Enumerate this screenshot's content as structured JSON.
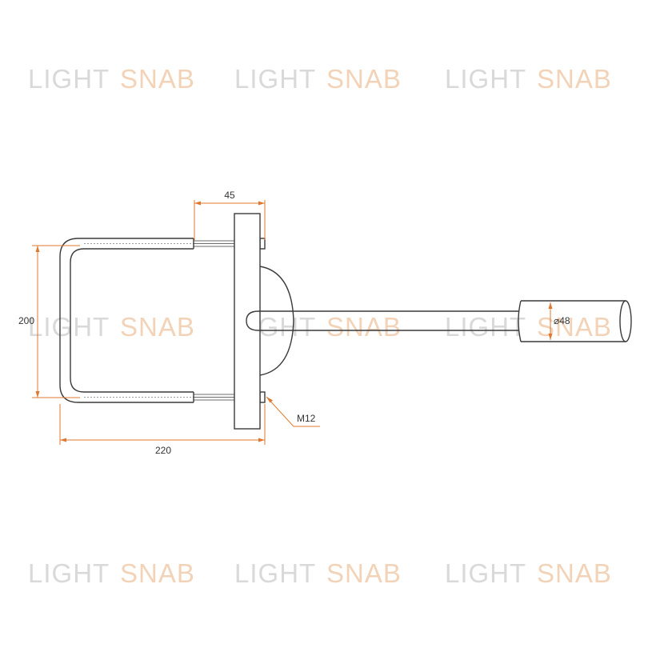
{
  "watermark": {
    "word1": "LIGHT",
    "word2": "SNAB",
    "color1": "#d9d9d9",
    "color2": "#f3d3b8"
  },
  "dimensions": {
    "width_top": "45",
    "height_left": "200",
    "width_bottom": "220",
    "diameter": "⌀48",
    "bolt": "M12"
  },
  "colors": {
    "line": "#3a3a3a",
    "dimension": "#e07830"
  }
}
